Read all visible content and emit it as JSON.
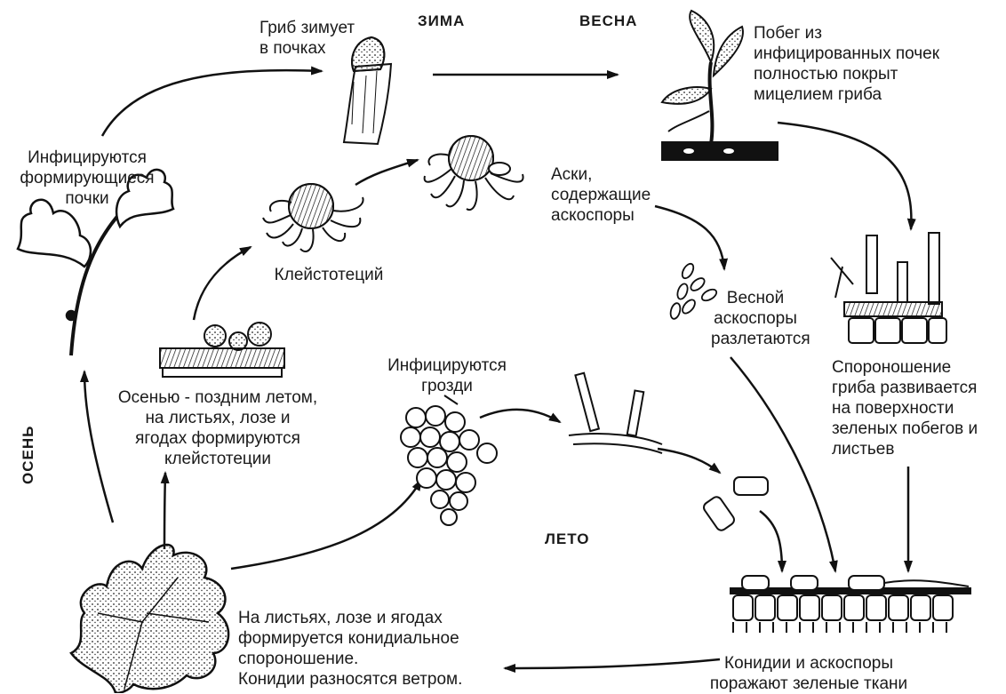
{
  "seasons": {
    "winter": "ЗИМА",
    "spring": "ВЕСНА",
    "summer": "ЛЕТО",
    "autumn": "ОСЕНЬ"
  },
  "labels": {
    "fungus_winters": "Гриб зимует\nв почках",
    "shoot_covered": "Побег из\nинфицированных почек\nполностью покрыт\nмицелием гриба",
    "buds_infected": "Инфицируются\nформирующиеся\nпочки",
    "asci": "Аски,\nсодержащие\nаскоспоры",
    "cleistothecium": "Клейстотеций",
    "spring_ascospores": "Весной\nаскоспоры\nразлетаются",
    "sporulation": "Спороношение\nгриба развивается\nна поверхности\nзеленых побегов и\nлистьев",
    "clusters_infected": "Инфицируются\nгрозди",
    "autumn_cleistothecia": "Осенью - поздним летом,\nна листьях, лозе и\nягодах формируются\nклейстотеции",
    "conidial_sporulation": "На листьях, лозе и ягодах\nформируется конидиальное\nспороношение.\nКонидии разносятся ветром.",
    "conidia_ascospores": "Конидии и аскоспоры\nпоражают зеленые ткани"
  },
  "icons": {
    "bud": "bud-on-vine",
    "shoot": "infected-shoot",
    "leafy_twig": "vine-twig-with-leaves",
    "cleistothecium": "cleistothecium-fruiting-body",
    "asci": "ruptured-cleistothecium-asci",
    "ascospores": "ascospore-cluster",
    "mycelium": "mycelium-on-tissue",
    "grapes": "grape-cluster",
    "hyphae": "germinating-hyphae",
    "conidia": "conidia-pair",
    "leaf": "infected-leaf",
    "tissue": "infected-green-tissue"
  }
}
